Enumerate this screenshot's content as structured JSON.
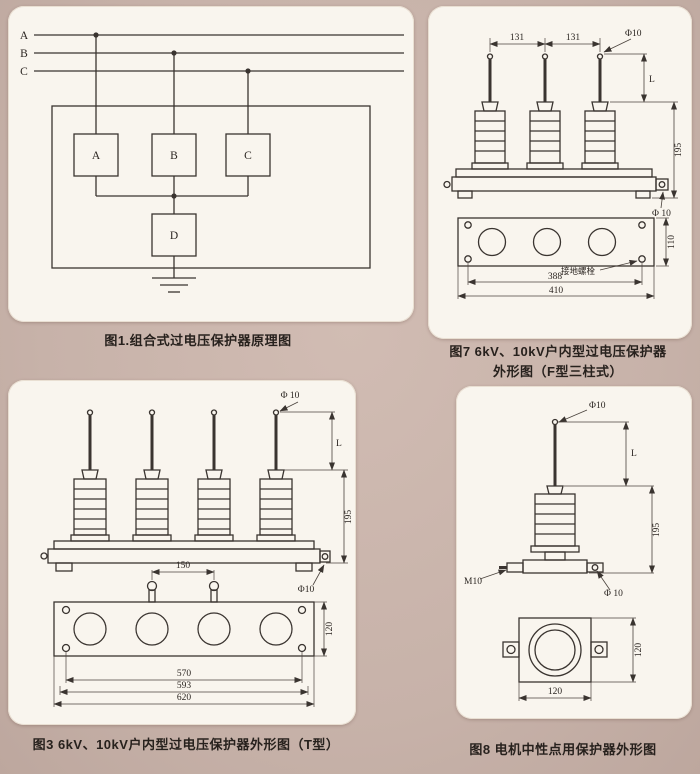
{
  "page": {
    "bg_color": "#c7b2a9",
    "panel_color": "#f9f5ee",
    "ink_color": "#3a3430"
  },
  "fig1": {
    "caption": "图1.组合式过电压保护器原理图",
    "phase_labels": [
      "A",
      "B",
      "C"
    ],
    "unit_labels": [
      "A",
      "B",
      "C",
      "D"
    ]
  },
  "fig7": {
    "caption_line1": "图7 6kV、10kV户内型过电压保护器",
    "caption_line2": "外形图（F型三柱式）",
    "dims": {
      "pitch_left": "131",
      "pitch_right": "131",
      "rod_dia": "Φ10",
      "rod_len": "L",
      "height": "195",
      "hole_dia": "Φ 10",
      "depth": "110",
      "hole_span": "388",
      "length": "410",
      "ground_bolt": "接地螺栓"
    }
  },
  "fig3": {
    "caption": "图3 6kV、10kV户内型过电压保护器外形图（T型）",
    "dims": {
      "rod_dia": "Φ 10",
      "rod_len": "L",
      "height": "195",
      "hole_dia": "Φ10",
      "eye_pitch": "150",
      "depth": "120",
      "hole_span": "570",
      "mid_span": "593",
      "length": "620"
    }
  },
  "fig8": {
    "caption": "图8 电机中性点用保护器外形图",
    "dims": {
      "rod_dia": "Φ10",
      "rod_len": "L",
      "height": "195",
      "stud": "M10",
      "hole_dia": "Φ 10",
      "depth": "120",
      "width": "120"
    }
  }
}
